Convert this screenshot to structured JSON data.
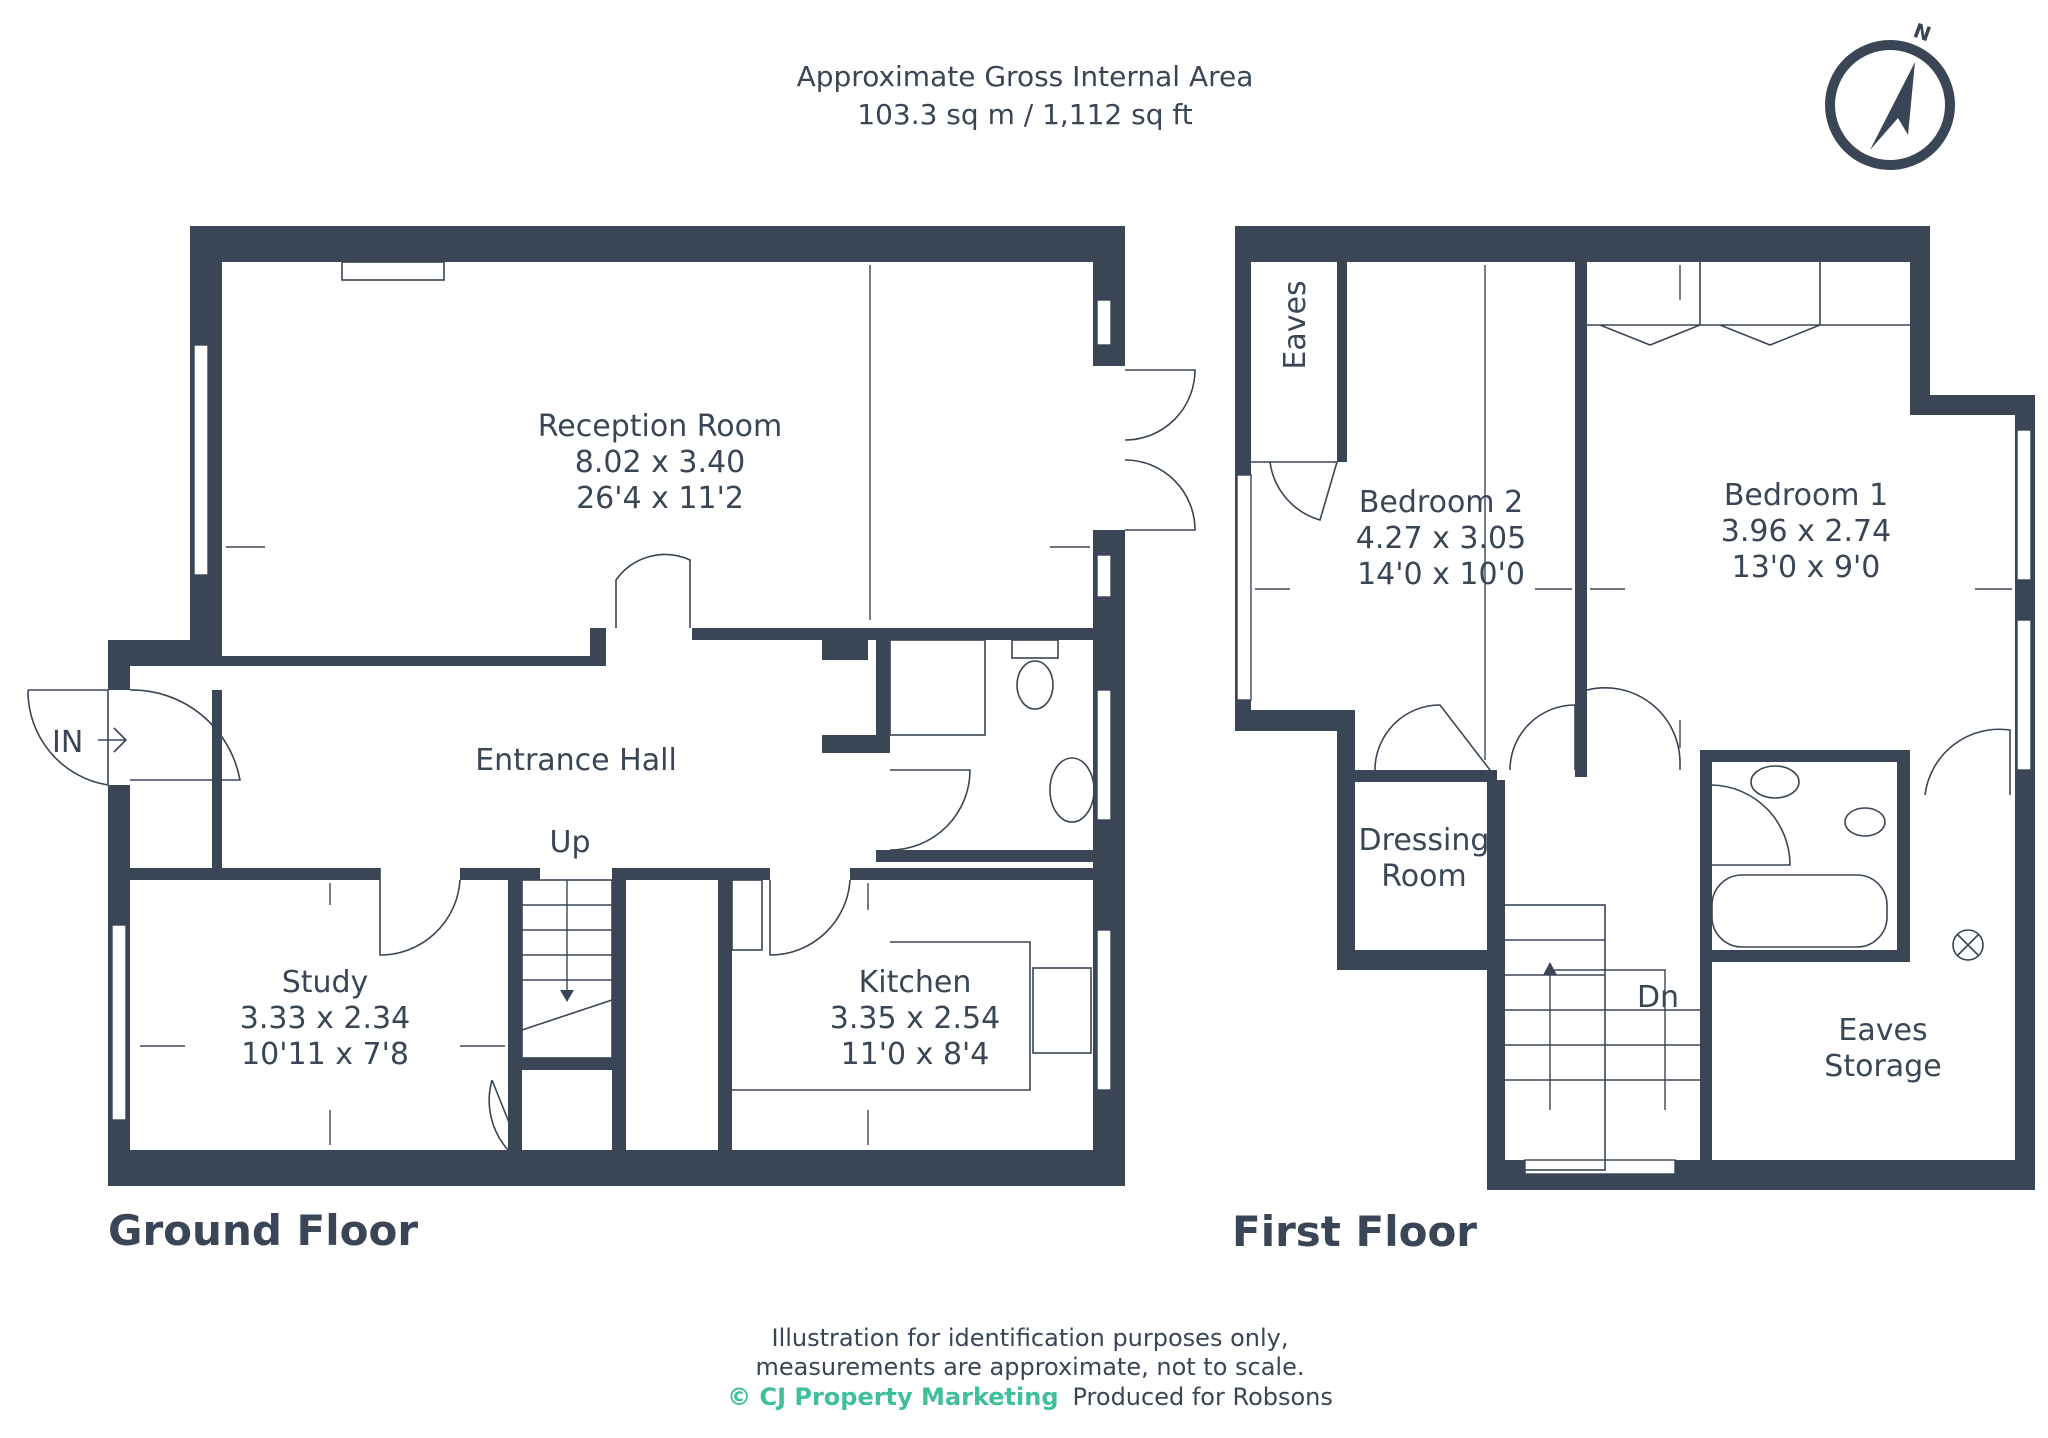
{
  "header": {
    "line1": "Approximate Gross Internal Area",
    "line2": "103.3 sq m / 1,112 sq ft"
  },
  "compass": {
    "label": "N"
  },
  "ground_floor": {
    "title": "Ground Floor",
    "entry_label": "IN",
    "stairs_label": "Up",
    "rooms": {
      "reception": {
        "name": "Reception Room",
        "metric": "8.02 x 3.40",
        "imperial": "26'4 x 11'2"
      },
      "entrance": {
        "name": "Entrance Hall"
      },
      "study": {
        "name": "Study",
        "metric": "3.33 x 2.34",
        "imperial": "10'11 x 7'8"
      },
      "kitchen": {
        "name": "Kitchen",
        "metric": "3.35 x 2.54",
        "imperial": "11'0 x 8'4"
      }
    }
  },
  "first_floor": {
    "title": "First Floor",
    "stairs_label": "Dn",
    "rooms": {
      "eaves": {
        "name": "Eaves"
      },
      "bedroom2": {
        "name": "Bedroom 2",
        "metric": "4.27 x 3.05",
        "imperial": "14'0 x 10'0"
      },
      "bedroom1": {
        "name": "Bedroom 1",
        "metric": "3.96 x 2.74",
        "imperial": "13'0 x 9'0"
      },
      "dressing": {
        "line1": "Dressing",
        "line2": "Room"
      },
      "eaves_storage": {
        "line1": "Eaves",
        "line2": "Storage"
      }
    }
  },
  "footer": {
    "line1": "Illustration for identification purposes only,",
    "line2": "measurements are approximate, not to scale.",
    "brand": "© CJ Property Marketing",
    "produced": "Produced for Robsons"
  },
  "colors": {
    "wall": "#3a4656",
    "brand": "#3fbf9b",
    "background": "#ffffff"
  }
}
